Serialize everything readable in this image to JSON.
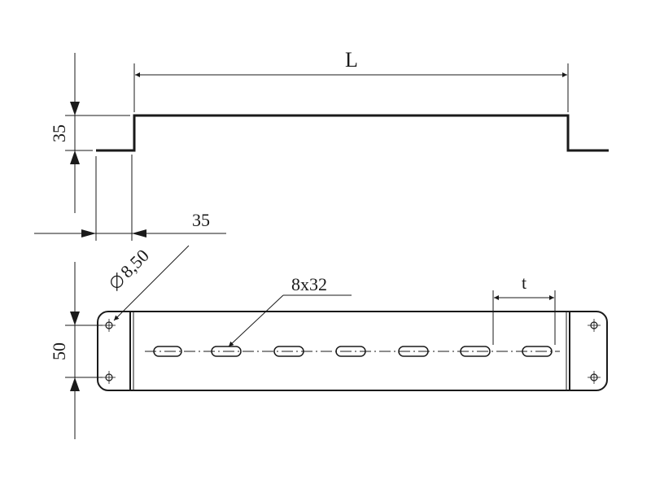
{
  "drawing": {
    "labels": {
      "length": "L",
      "height": "35",
      "offset": "35",
      "hole_diameter": "8,50",
      "slot_size": "8x32",
      "pitch": "t",
      "width": "50"
    }
  }
}
